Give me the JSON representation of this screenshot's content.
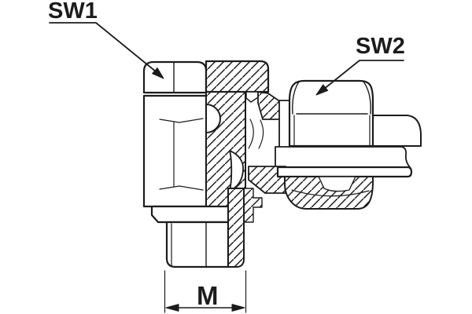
{
  "drawing": {
    "description": "sectional technical drawing of an adjustable banjo elbow fitting",
    "labels": {
      "sw1": "SW1",
      "sw2": "SW2",
      "dimension_m": "M"
    },
    "colors": {
      "line": "#1c1c1c",
      "background": "#ffffff"
    }
  }
}
